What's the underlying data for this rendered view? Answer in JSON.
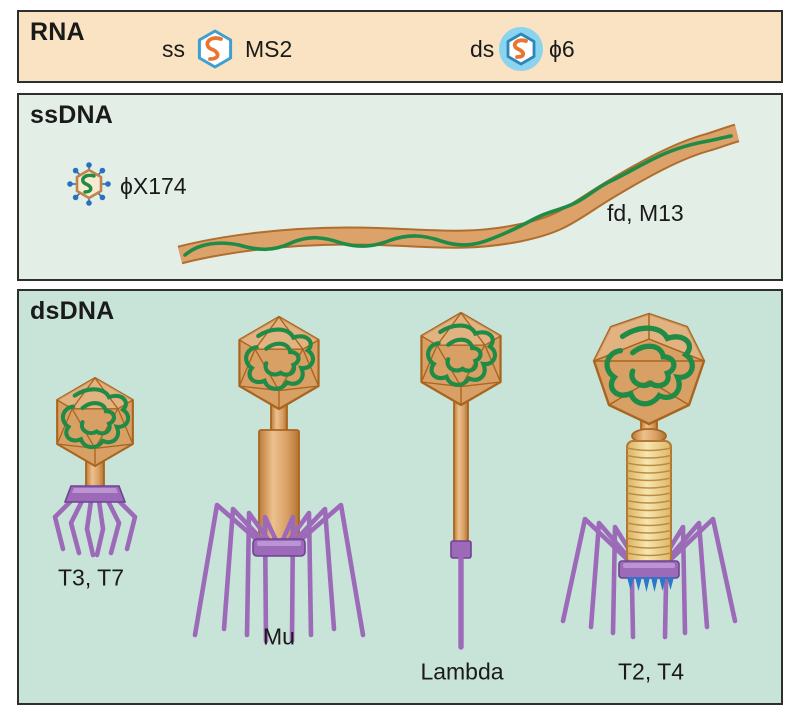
{
  "panels": [
    {
      "title": "RNA",
      "entries": [
        {
          "strand": "ss",
          "name": "MS2"
        },
        {
          "strand": "ds",
          "name": "ϕ6"
        }
      ]
    },
    {
      "title": "ssDNA",
      "entries": [
        {
          "name": "ϕX174"
        },
        {
          "name": "fd, M13"
        }
      ]
    },
    {
      "title": "dsDNA",
      "entries": [
        {
          "name": "T3, T7"
        },
        {
          "name": "Mu"
        },
        {
          "name": "Lambda"
        },
        {
          "name": "T2, T4"
        }
      ]
    }
  ],
  "colors": {
    "rna_panel_bg": "#FAE3C2",
    "ssdna_panel_bg": "#E2EEE6",
    "dsdna_panel_bg": "#C8E3D8",
    "panel_border": "#2E2E2E",
    "capsid_fill": "#D9A066",
    "capsid_light": "#E9C397",
    "capsid_outline": "#A8651F",
    "dna_green": "#1F8B47",
    "rna_orange": "#E87630",
    "icon_blue": "#3E9FD1",
    "phi6_circle": "#8AD4F0",
    "purple_fill": "#9C6AB8",
    "purple_outline": "#6F4392",
    "sheath_line": "#B98E44",
    "spike_blue": "#2E77C8",
    "text": "#1A1A1A"
  }
}
